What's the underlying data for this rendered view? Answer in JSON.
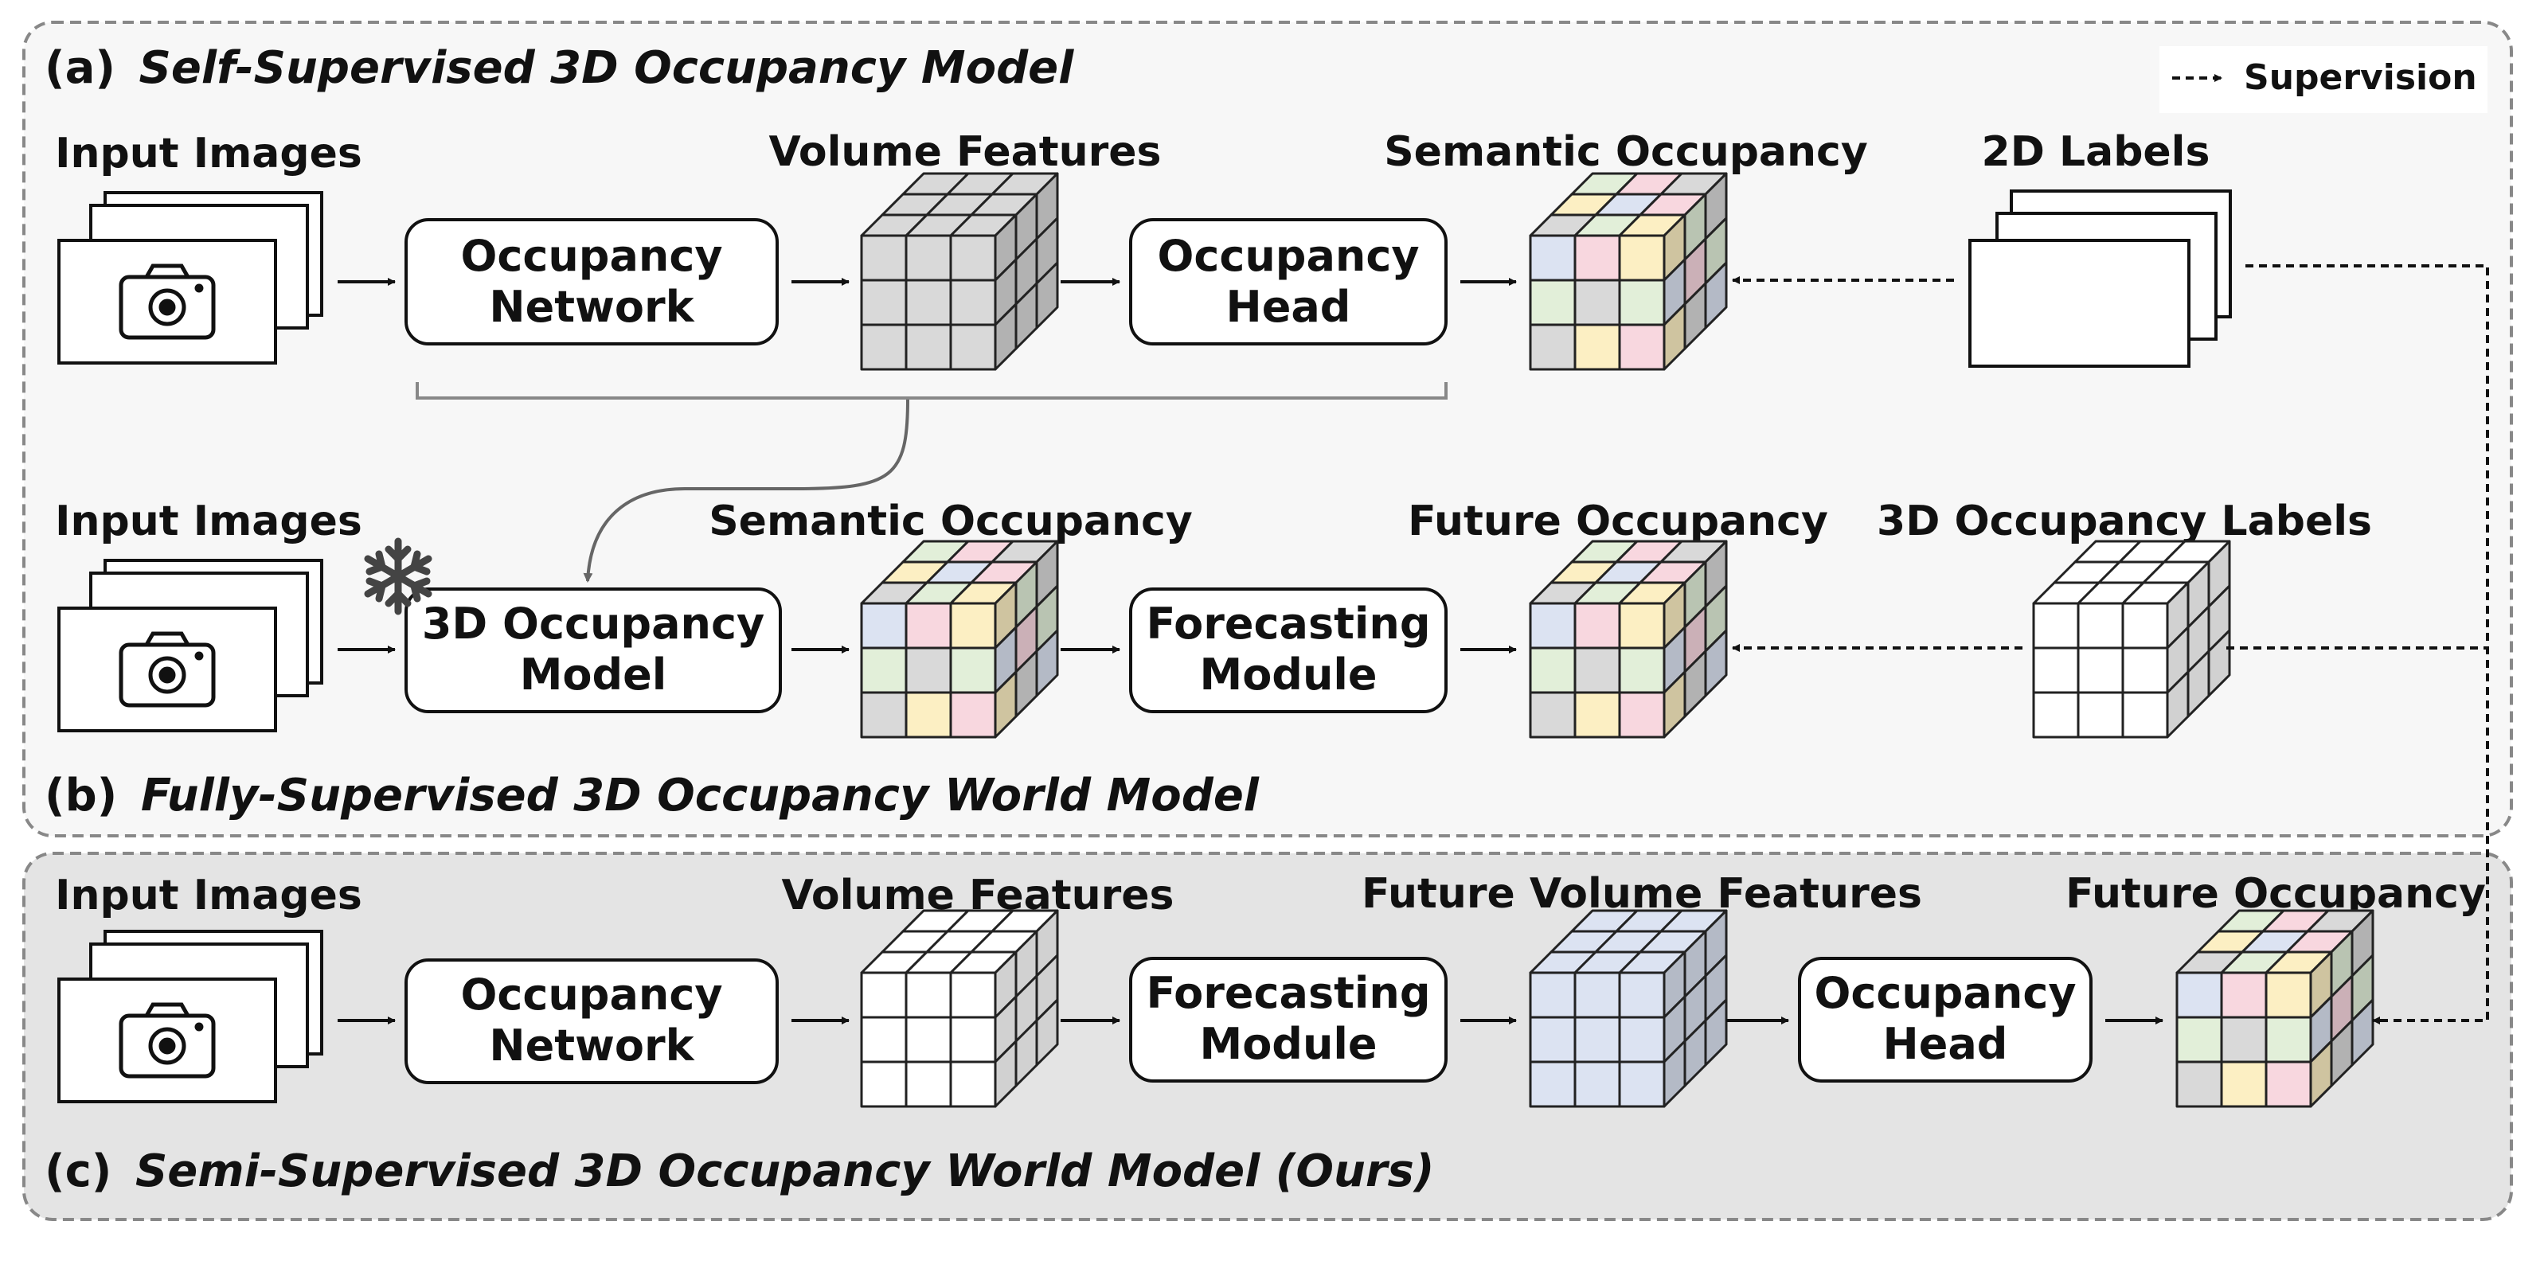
{
  "legend": {
    "supervision": "Supervision"
  },
  "panel_a": {
    "prefix": "(a)",
    "title": "Self-Supervised 3D Occupancy Model",
    "input_label": "Input Images",
    "network_box": [
      "Occupancy",
      "Network"
    ],
    "volume_label": "Volume Features",
    "head_box": [
      "Occupancy",
      "Head"
    ],
    "output_label": "Semantic Occupancy",
    "supervision_label": "2D Labels"
  },
  "panel_b": {
    "prefix": "(b)",
    "title": "Fully-Supervised 3D Occupancy World Model",
    "input_label": "Input Images",
    "model_box": [
      "3D Occupancy",
      "Model"
    ],
    "semantic_label": "Semantic Occupancy",
    "forecast_box": [
      "Forecasting",
      "Module"
    ],
    "output_label": "Future Occupancy",
    "supervision_label": "3D Occupancy Labels"
  },
  "panel_c": {
    "prefix": "(c)",
    "title": "Semi-Supervised 3D Occupancy World Model (Ours)",
    "input_label": "Input Images",
    "network_box": [
      "Occupancy",
      "Network"
    ],
    "volume_label": "Volume Features",
    "forecast_box": [
      "Forecasting",
      "Module"
    ],
    "future_volume_label": "Future Volume Features",
    "head_box": [
      "Occupancy",
      "Head"
    ],
    "output_label": "Future Occupancy"
  },
  "icons": {
    "camera": "camera-icon",
    "frozen": "snowflake-icon"
  },
  "colors": {
    "panel_ab_bg": "#f7f7f7",
    "panel_c_bg": "#e4e4e4",
    "panel_border": "#888888",
    "voxel_gray": "#d9d9d9",
    "voxel_blue": "#dce3f2",
    "voxel_pink": "#f8d7df",
    "voxel_yellow": "#fcefc3",
    "voxel_green": "#e2efd9",
    "voxel_white": "#ffffff"
  }
}
